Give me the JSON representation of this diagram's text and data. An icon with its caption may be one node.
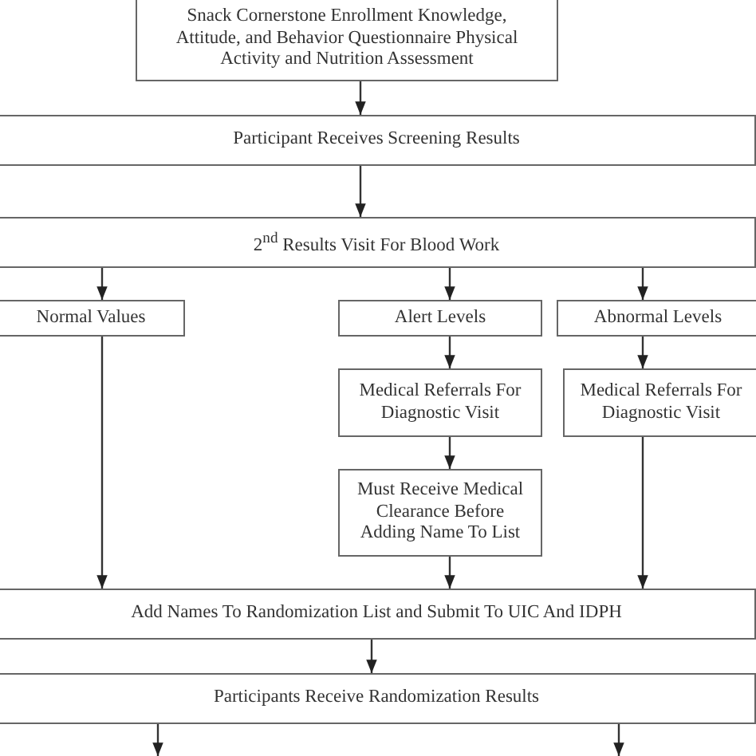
{
  "diagram": {
    "nodes": [
      {
        "text": [
          "Snack Cornerstone Enrollment Knowledge, Attitude, and Behavior Questionnaire Physical Activity and Nutrition Assessment"
        ]
      },
      {
        "text": [
          "Participant Receives Screening Results"
        ]
      },
      {
        "text": [
          "2$^{nd}$ Results Visit For Blood Work"
        ]
      },
      {
        "text": [
          "Normal Values"
        ]
      },
      {
        "text": [
          "Alert Levels"
        ]
      },
      {
        "text": [
          "Abnormal Levels"
        ]
      },
      {
        "text": [
          "Medical Referrals For Diagnostic Visit"
        ]
      },
      {
        "text": [
          "Medical Referrals For Diagnostic Visit"
        ]
      },
      {
        "text": [
          "Must Receive Medical Clearance Before Adding Name To List"
        ]
      },
      {
        "text": [
          "Add Names To Randomization List and Submit To UIC And IDPH"
        ]
      },
      {
        "text": [
          "Participants Receive Randomization Results"
        ]
      }
    ],
    "edges": [
      {
        "from": 0,
        "to": 1,
        "arrow": "to"
      },
      {
        "from": 1,
        "to": 2,
        "arrow": "to"
      },
      {
        "from": 2,
        "to": 3,
        "arrow": "to"
      },
      {
        "from": 2,
        "to": 4,
        "arrow": "to"
      },
      {
        "from": 2,
        "to": 5,
        "arrow": "to"
      },
      {
        "from": 4,
        "to": 6,
        "arrow": "to"
      },
      {
        "from": 6,
        "to": 8,
        "arrow": "to"
      },
      {
        "from": 5,
        "to": 7,
        "arrow": "to"
      },
      {
        "from": 3,
        "to": 9,
        "arrow": "to"
      },
      {
        "from": 8,
        "to": 9,
        "arrow": "to"
      },
      {
        "from": 7,
        "to": 9,
        "arrow": "to"
      },
      {
        "from": 9,
        "to": 10,
        "arrow": "to"
      },
      {
        "from": 10,
        "to": null,
        "arrow": "to"
      },
      {
        "from": 10,
        "to": null,
        "arrow": "to"
      }
    ]
  }
}
